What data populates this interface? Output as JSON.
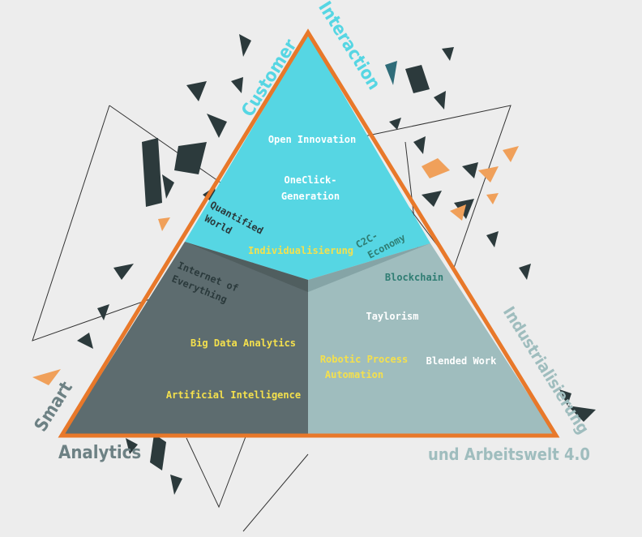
{
  "colors": {
    "background": "#ededed",
    "top_section": "#56d6e3",
    "left_section": "#5d6c6f",
    "right_section": "#9fbdbe",
    "border": "#e8782a",
    "text_white": "#ffffff",
    "text_yellow": "#f4e04d",
    "text_dark": "#2b3a3c",
    "text_green": "#2f7d73",
    "side_grey": "#6d8184",
    "side_cyan": "#56d6e3",
    "side_lightblue": "#9fbdbe",
    "shard_dark": "#2c3a3c",
    "shard_orange": "#f0a05a",
    "shard_teal": "#2f6c79"
  },
  "side_labels": {
    "customer": "Customer",
    "interaction": "Interaction",
    "smart": "Smart",
    "analytics": "Analytics",
    "industrialisierung": "Industrialisierung",
    "arbeitswelt": "und Arbeitswelt 4.0"
  },
  "top_section": {
    "open_innovation": "Open Innovation",
    "oneclick_line1": "OneClick-",
    "oneclick_line2": "Generation",
    "quantified_line1": "Quantified",
    "quantified_line2": "World",
    "c2c_line1": "C2C-",
    "c2c_line2": "Economy",
    "individualisierung": "Individualisierung"
  },
  "left_section": {
    "ioe_line1": "Internet of",
    "ioe_line2": "Everything",
    "big_data": "Big Data Analytics",
    "ai": "Artificial Intelligence"
  },
  "right_section": {
    "blockchain": "Blockchain",
    "taylorism": "Taylorism",
    "blended_work": "Blended Work",
    "rpa_line1": "Robotic Process",
    "rpa_line2": "Automation"
  }
}
